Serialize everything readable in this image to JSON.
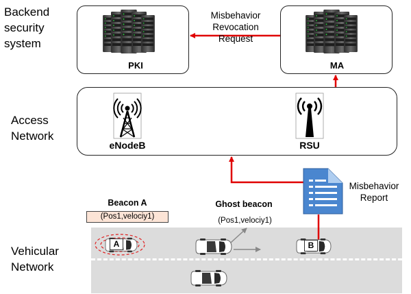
{
  "layers": {
    "backend": [
      "Backend",
      "security",
      "system"
    ],
    "access": [
      "Access",
      "Network"
    ],
    "vehicular": [
      "Vehicular",
      "Network"
    ]
  },
  "nodes": {
    "pki": "PKI",
    "ma": "MA",
    "enodeb": "eNodeB",
    "rsu": "RSU"
  },
  "messages": {
    "revocation": [
      "Misbehavior",
      "Revocation",
      "Request"
    ],
    "report": [
      "Misbehavior",
      "Report"
    ]
  },
  "beacons": {
    "a_title": "Beacon A",
    "a_payload": "(Pos1,velociy1)",
    "ghost_title": "Ghost beacon",
    "ghost_payload": "(Pos1,velociy1)"
  },
  "vehicles": {
    "a": "A",
    "b": "B"
  },
  "colors": {
    "arrow": "#e00000",
    "road": "#dcdcdc",
    "server": "#4a4a4a",
    "server_led": "#2ecc40",
    "document": "#3b78c4",
    "beacon_box": "#fce4d6"
  }
}
